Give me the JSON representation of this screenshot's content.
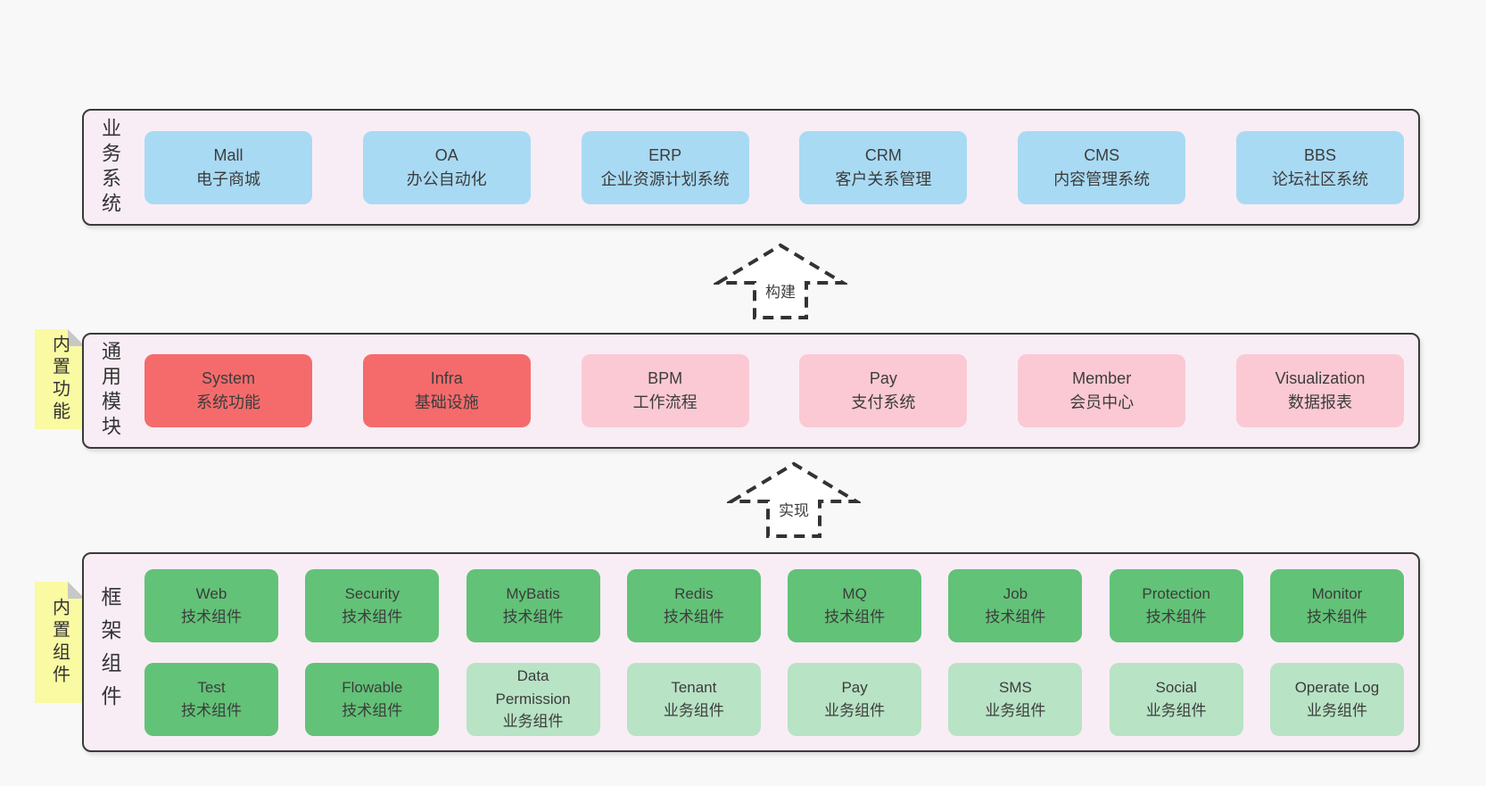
{
  "colors": {
    "page_background": "#f8f8f8",
    "panel_background": "#f8edf5",
    "panel_border": "#3a3a3a",
    "business_box": "#a9daf3",
    "core_module_box": "#f56b6b",
    "optional_module_box": "#fbc9d3",
    "tech_component_box": "#62c277",
    "biz_component_box": "#b8e3c5",
    "sticky_note": "#fafaa2",
    "sticky_fold": "#c7c7c7",
    "text": "#3c3c3c"
  },
  "layers": {
    "business": {
      "label": "业务系统",
      "boxes": [
        {
          "name": "Mall",
          "desc": "电子商城",
          "variant": "blue"
        },
        {
          "name": "OA",
          "desc": "办公自动化",
          "variant": "blue"
        },
        {
          "name": "ERP",
          "desc": "企业资源计划系统",
          "variant": "blue"
        },
        {
          "name": "CRM",
          "desc": "客户关系管理",
          "variant": "blue"
        },
        {
          "name": "CMS",
          "desc": "内容管理系统",
          "variant": "blue"
        },
        {
          "name": "BBS",
          "desc": "论坛社区系统",
          "variant": "blue"
        }
      ]
    },
    "modules": {
      "label": "通用模块",
      "note": "内置功能",
      "boxes": [
        {
          "name": "System",
          "desc": "系统功能",
          "variant": "red"
        },
        {
          "name": "Infra",
          "desc": "基础设施",
          "variant": "red"
        },
        {
          "name": "BPM",
          "desc": "工作流程",
          "variant": "pink"
        },
        {
          "name": "Pay",
          "desc": "支付系统",
          "variant": "pink"
        },
        {
          "name": "Member",
          "desc": "会员中心",
          "variant": "pink"
        },
        {
          "name": "Visualization",
          "desc": "数据报表",
          "variant": "pink"
        }
      ]
    },
    "framework": {
      "label": "框架组件",
      "note": "内置组件",
      "row1": [
        {
          "name": "Web",
          "desc": "技术组件",
          "variant": "green"
        },
        {
          "name": "Security",
          "desc": "技术组件",
          "variant": "green"
        },
        {
          "name": "MyBatis",
          "desc": "技术组件",
          "variant": "green"
        },
        {
          "name": "Redis",
          "desc": "技术组件",
          "variant": "green"
        },
        {
          "name": "MQ",
          "desc": "技术组件",
          "variant": "green"
        },
        {
          "name": "Job",
          "desc": "技术组件",
          "variant": "green"
        },
        {
          "name": "Protection",
          "desc": "技术组件",
          "variant": "green"
        },
        {
          "name": "Monitor",
          "desc": "技术组件",
          "variant": "green"
        }
      ],
      "row2": [
        {
          "name": "Test",
          "desc": "技术组件",
          "variant": "green"
        },
        {
          "name": "Flowable",
          "desc": "技术组件",
          "variant": "green"
        },
        {
          "name": "Data Permission",
          "desc": "业务组件",
          "variant": "lightgreen"
        },
        {
          "name": "Tenant",
          "desc": "业务组件",
          "variant": "lightgreen"
        },
        {
          "name": "Pay",
          "desc": "业务组件",
          "variant": "lightgreen"
        },
        {
          "name": "SMS",
          "desc": "业务组件",
          "variant": "lightgreen"
        },
        {
          "name": "Social",
          "desc": "业务组件",
          "variant": "lightgreen"
        },
        {
          "name": "Operate Log",
          "desc": "业务组件",
          "variant": "lightgreen"
        }
      ]
    }
  },
  "arrows": [
    {
      "label": "构建"
    },
    {
      "label": "实现"
    }
  ]
}
